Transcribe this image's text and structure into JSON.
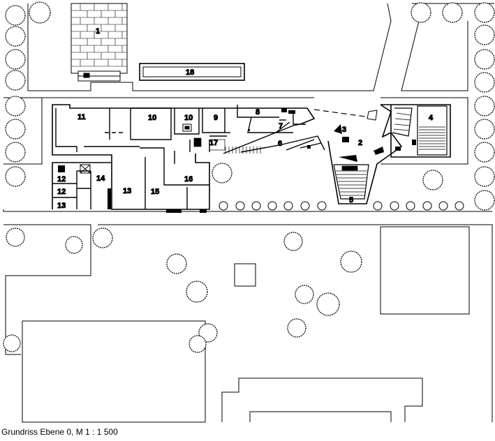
{
  "caption": "Grundriss Ebene 0, M 1 : 1 500",
  "labels": {
    "r1": "1",
    "r2": "2",
    "r3": "3",
    "r4": "4",
    "r5": "5",
    "r6": "6",
    "r7": "7",
    "r8": "8",
    "r9": "9",
    "r10a": "10",
    "r10b": "10",
    "r11": "11",
    "r12a": "12",
    "r12b": "12",
    "r13a": "13",
    "r13b": "13",
    "r14": "14",
    "r15": "15",
    "r16": "16",
    "r17": "17",
    "r18": "18"
  },
  "colors": {
    "line": "#000000",
    "fill": "#ffffff",
    "solid": "#000000"
  }
}
